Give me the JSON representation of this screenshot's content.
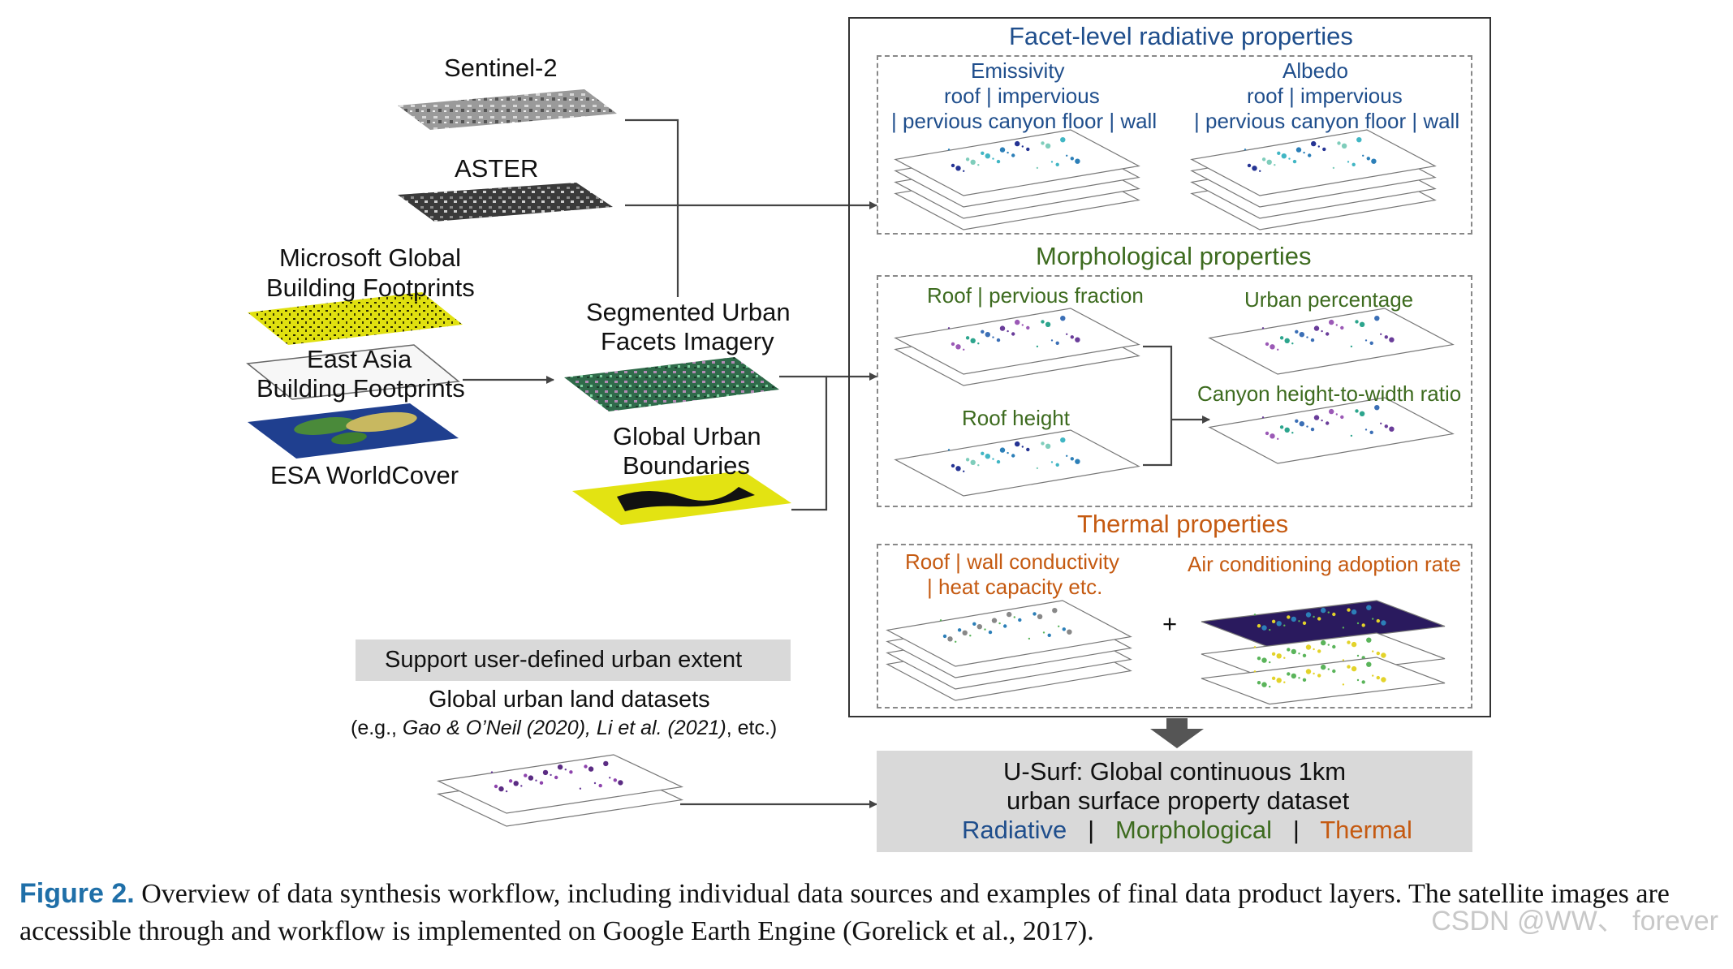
{
  "sources": {
    "sentinel": "Sentinel-2",
    "aster": "ASTER",
    "microsoft_line1": "Microsoft Global",
    "microsoft_line2": "Building Footprints",
    "eastasia_line1": "East Asia",
    "eastasia_line2": "Building Footprints",
    "esa": "ESA WorldCover"
  },
  "intermediate": {
    "segmented_line1": "Segmented Urban",
    "segmented_line2": "Facets Imagery",
    "boundaries_line1": "Global Urban",
    "boundaries_line2": "Boundaries"
  },
  "radiative": {
    "title": "Facet-level radiative properties",
    "emissivity": {
      "name": "Emissivity",
      "line2": "roof | impervious",
      "line3": "| pervious canyon floor | wall"
    },
    "albedo": {
      "name": "Albedo",
      "line2": "roof | impervious",
      "line3": "| pervious canyon floor | wall"
    }
  },
  "morphological": {
    "title": "Morphological properties",
    "roof_pervious": "Roof | pervious fraction",
    "urban_percentage": "Urban percentage",
    "roof_height": "Roof height",
    "canyon_ratio": "Canyon height-to-width ratio"
  },
  "thermal": {
    "title": "Thermal properties",
    "conductivity_line1": "Roof | wall conductivity",
    "conductivity_line2": "| heat capacity etc.",
    "plus": "+",
    "ac_rate": "Air conditioning adoption rate"
  },
  "user_extent": {
    "box_label": "Support user-defined urban extent",
    "datasets": "Global urban land datasets",
    "refs_prefix": "(e.g., ",
    "refs_italic": "Gao & O’Neil (2020), Li et al. (2021)",
    "refs_suffix": ", etc.)"
  },
  "usurf": {
    "line1": "U-Surf: Global continuous 1km",
    "line2": "urban surface property dataset",
    "radiative": "Radiative",
    "sep1": "|",
    "morphological": "Morphological",
    "sep2": "|",
    "thermal": "Thermal"
  },
  "caption": {
    "label": "Figure 2.",
    "text": " Overview of data synthesis workflow, including individual data sources and examples of final data product layers. The satellite images are accessible through and workflow is implemented on Google Earth Engine (Gorelick et al., 2017)."
  },
  "watermark": "CSDN @WW、 forever",
  "colors": {
    "radiative": "#1f4e8c",
    "morphological": "#3d6b1f",
    "thermal": "#c55a11",
    "figure_label": "#1f6fa8"
  }
}
